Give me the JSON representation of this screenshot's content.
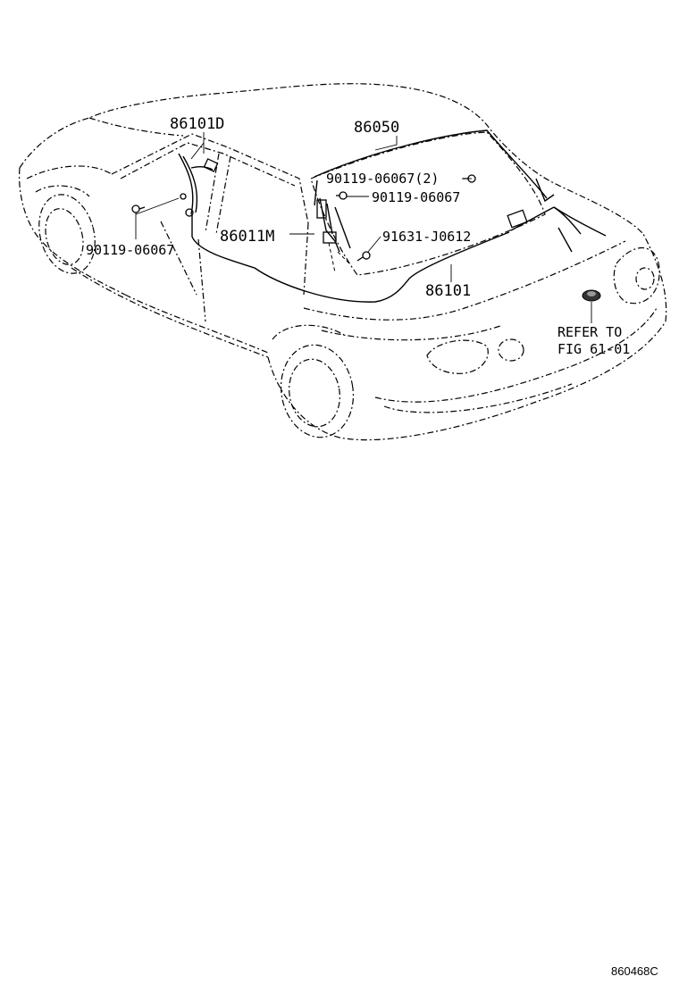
{
  "diagram": {
    "callouts": {
      "p86101D": "86101D",
      "p86050": "86050",
      "p90119_top": "90119-06067(2)",
      "p90119_mid": "90119-06067",
      "p86011M": "86011M",
      "p91631": "91631-J0612",
      "p86101": "86101",
      "p90119_left": "90119-06067",
      "refer_line1": "REFER TO",
      "refer_line2": "FIG 61-01"
    },
    "figure_code": "860468C"
  }
}
